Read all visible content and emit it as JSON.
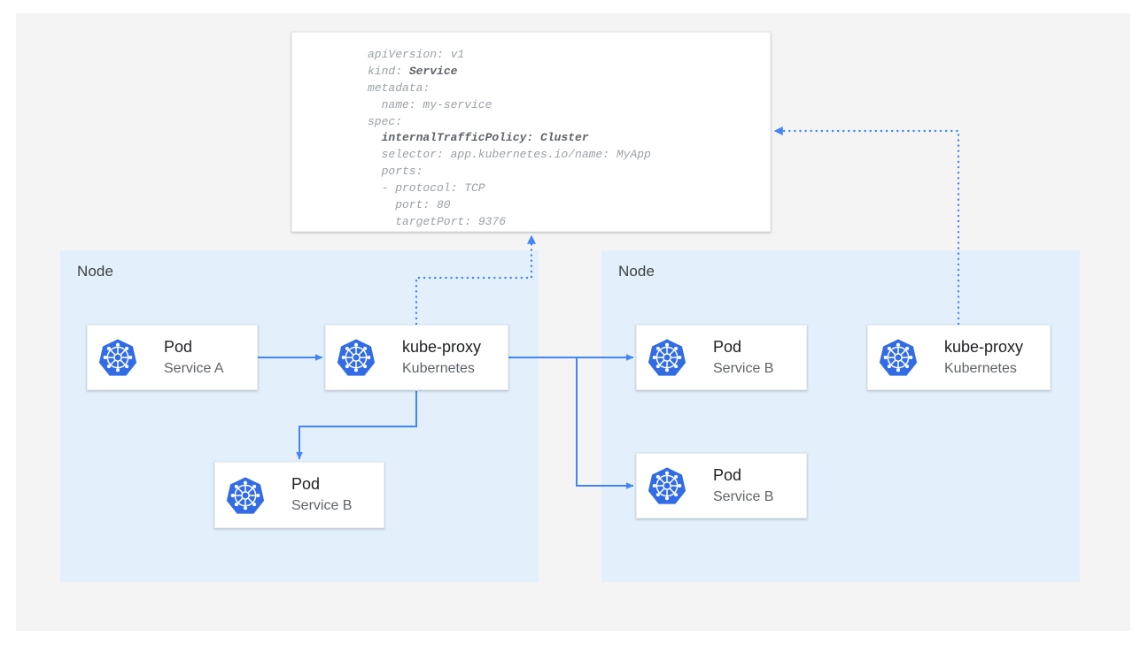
{
  "diagram": {
    "title": "Kubernetes Service internalTrafficPolicy Cluster",
    "colors": {
      "canvas_bg": "#ffffff",
      "panel_bg": "#f4f4f5",
      "node_bg": "#e3f0fc",
      "card_bg": "#ffffff",
      "accent_blue": "#4285f4",
      "k8s_blue": "#326ce5",
      "text_primary": "#202124",
      "text_secondary": "#5f6368",
      "code_text": "#9aa0a6",
      "code_bold": "#5f6368"
    }
  },
  "yaml": {
    "lines": [
      {
        "indent": 0,
        "text": "apiVersion: v1",
        "bold_text": ""
      },
      {
        "indent": 0,
        "text": "kind: ",
        "bold_text": "Service"
      },
      {
        "indent": 0,
        "text": "metadata:",
        "bold_text": ""
      },
      {
        "indent": 1,
        "text": "name: my-service",
        "bold_text": ""
      },
      {
        "indent": 0,
        "text": "spec:",
        "bold_text": ""
      },
      {
        "indent": 1,
        "text": "",
        "bold_text": "internalTrafficPolicy: Cluster"
      },
      {
        "indent": 1,
        "text": "selector: app.kubernetes.io/name: MyApp",
        "bold_text": ""
      },
      {
        "indent": 1,
        "text": "ports:",
        "bold_text": ""
      },
      {
        "indent": 1,
        "text": "- protocol: TCP",
        "bold_text": ""
      },
      {
        "indent": 2,
        "text": "port: 80",
        "bold_text": ""
      },
      {
        "indent": 2,
        "text": "targetPort: 9376",
        "bold_text": ""
      }
    ]
  },
  "nodes": [
    {
      "id": "node-left",
      "label": "Node"
    },
    {
      "id": "node-right",
      "label": "Node"
    }
  ],
  "cards": [
    {
      "id": "pod-service-a",
      "title": "Pod",
      "subtitle": "Service A",
      "icon": "kubernetes-icon"
    },
    {
      "id": "kube-proxy-left",
      "title": "kube-proxy",
      "subtitle": "Kubernetes",
      "icon": "kubernetes-icon"
    },
    {
      "id": "pod-service-b-left",
      "title": "Pod",
      "subtitle": "Service B",
      "icon": "kubernetes-icon"
    },
    {
      "id": "pod-service-b-right1",
      "title": "Pod",
      "subtitle": "Service B",
      "icon": "kubernetes-icon"
    },
    {
      "id": "pod-service-b-right2",
      "title": "Pod",
      "subtitle": "Service B",
      "icon": "kubernetes-icon"
    },
    {
      "id": "kube-proxy-right",
      "title": "kube-proxy",
      "subtitle": "Kubernetes",
      "icon": "kubernetes-icon"
    }
  ]
}
